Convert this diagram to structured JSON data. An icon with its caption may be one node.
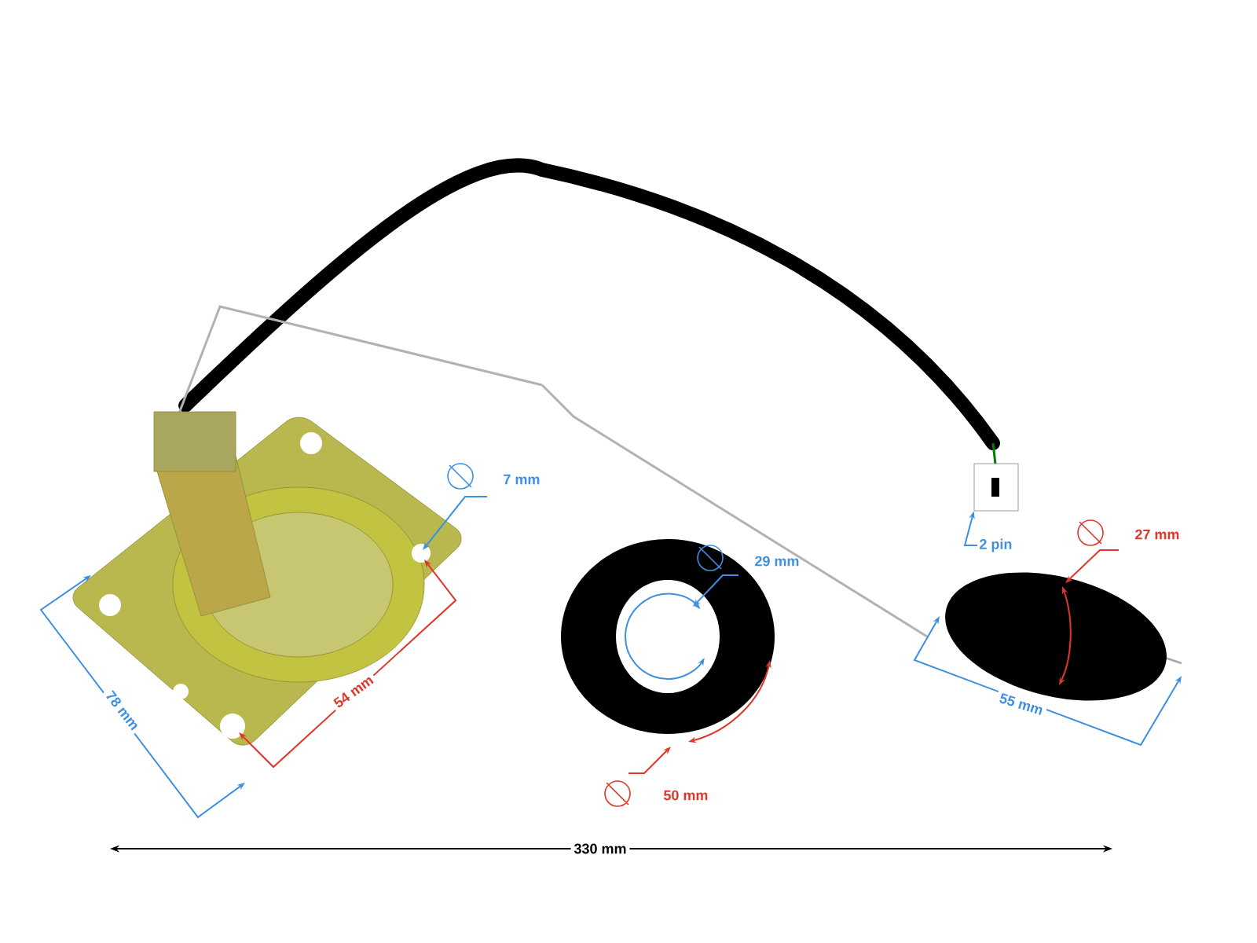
{
  "diagram": {
    "nodes": [
      {
        "text": [
          "2 pin"
        ]
      },
      {
        "text": [],
        "shape": "picture"
      }
    ],
    "edges": [
      {
        "from": 0,
        "to": 1,
        "arrow": "to"
      }
    ],
    "labels": [
      "7 mm",
      "29 mm",
      "27 mm",
      "78 mm",
      "54 mm",
      "55 mm",
      "50 mm",
      "330 mm"
    ]
  }
}
